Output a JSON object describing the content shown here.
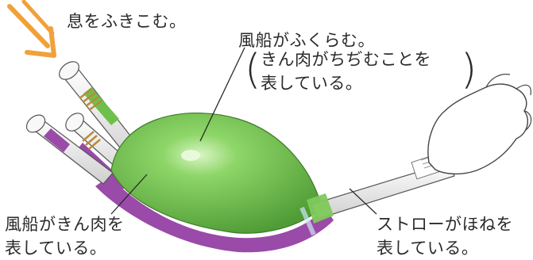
{
  "labels": {
    "breath": "息をふきこむ。",
    "balloon_top": "風船がふくらむ。",
    "paren_note": {
      "line1": "きん肉がちぢむことを",
      "line2": "表している。"
    },
    "balloon_left": {
      "line1": "風船がきん肉を",
      "line2": "表している。"
    },
    "straw": {
      "line1": "ストローがほねを",
      "line2": "表している。"
    }
  },
  "colors": {
    "arrow": "#f0a13a",
    "balloon": "#7ec95a",
    "balloon_dark": "#4f9b35",
    "purple": "#9a4aa8",
    "straw": "#f4f4f4",
    "tape": "#c9a35a"
  }
}
